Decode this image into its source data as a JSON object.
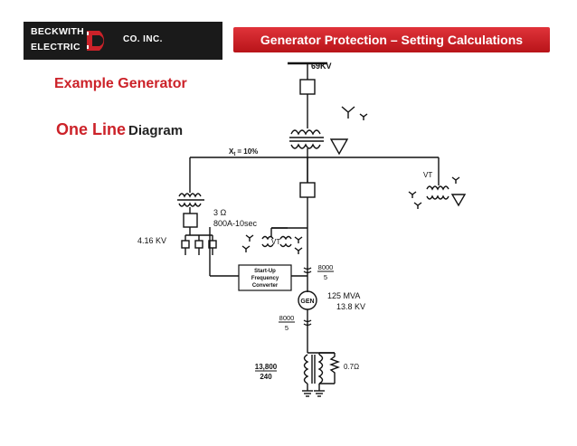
{
  "header": {
    "logo_line1": "BECKWITH",
    "logo_line2": "ELECTRIC",
    "logo_suffix": "CO. INC.",
    "title": "Generator Protection – Setting Calculations"
  },
  "subtitle": "Example Generator",
  "section_title": {
    "red": "One Line",
    "black": "Diagram"
  },
  "diagram": {
    "bus_voltage": "69KV",
    "xt_label": "X",
    "xt_sub": "t",
    "xt_value": "= 10%",
    "vt_label_right": "VT",
    "vt_label_center": "VT",
    "resistance": "3 Ω",
    "breaker_rating": "800A-10sec",
    "aux_voltage": "4.16 KV",
    "converter_line1": "Start-Up",
    "converter_line2": "Frequency",
    "converter_line3": "Converter",
    "ct1_num": "8000",
    "ct1_den": "5",
    "gen_label": "GEN",
    "gen_mva": "125 MVA",
    "gen_kv": "13.8 KV",
    "ct2_num": "8000",
    "ct2_den": "5",
    "grounding_ratio_num": "13,800",
    "grounding_ratio_den": "240",
    "grounding_res": "0.7Ω"
  },
  "colors": {
    "accent_red": "#cc2229",
    "header_dark": "#1a1a1a"
  }
}
